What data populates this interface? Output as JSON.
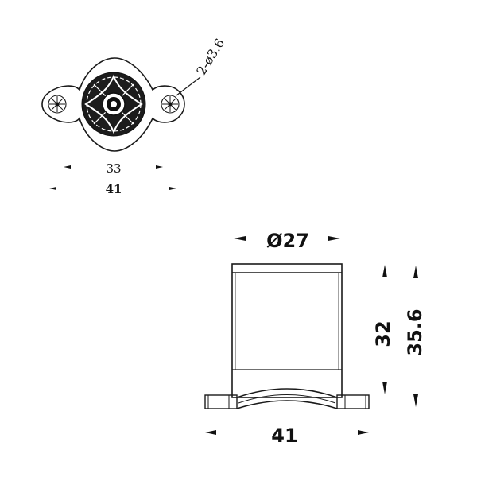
{
  "top_view": {
    "hole_callout": "2-ø3.6",
    "dim_inner": "33",
    "dim_outer": "41"
  },
  "side_view": {
    "dim_diameter": "Ø27",
    "dim_body_height": "32",
    "dim_total_height": "35.6",
    "dim_base_width": "41"
  },
  "colors": {
    "ink": "#111111",
    "paper": "#ffffff"
  }
}
